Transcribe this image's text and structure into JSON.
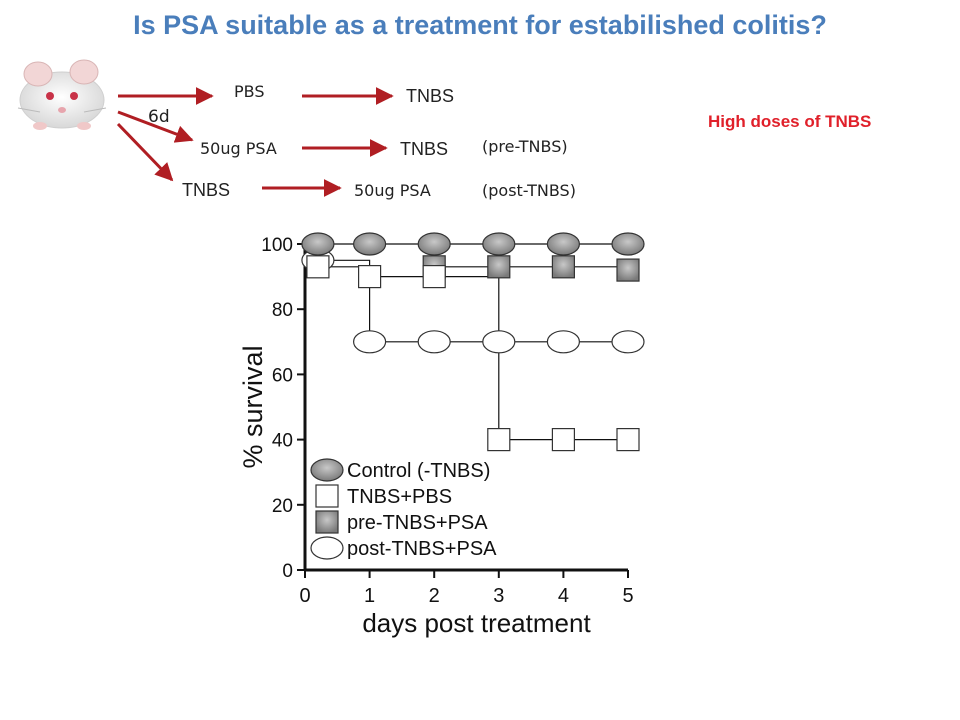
{
  "title": "Is PSA suitable as a treatment for estabilished colitis?",
  "scheme": {
    "interval_label": "6d",
    "rows": [
      {
        "first": "PBS",
        "second": "TNBS",
        "tag": ""
      },
      {
        "first": "50ug PSA",
        "second": "TNBS",
        "tag": "(pre-TNBS)"
      },
      {
        "first": "TNBS",
        "second": "50ug PSA",
        "tag": "(post-TNBS)"
      }
    ],
    "arrow_color": "#b01e23"
  },
  "note": "High doses of TNBS",
  "chart_data": {
    "type": "line",
    "ylabel": "% survival",
    "xlabel": "days post treatment",
    "x_ticks": [
      0,
      1,
      2,
      3,
      4,
      5
    ],
    "y_ticks": [
      0,
      20,
      40,
      60,
      80,
      100
    ],
    "xlim": [
      0,
      5
    ],
    "ylim": [
      0,
      100
    ],
    "legend_position": "bottom-left",
    "series": [
      {
        "name": "Control (-TNBS)",
        "marker": "ellipse-gray",
        "x": [
          0.2,
          1,
          2,
          3,
          4,
          5
        ],
        "y": [
          100,
          100,
          100,
          100,
          100,
          100
        ]
      },
      {
        "name": "TNBS+PBS",
        "marker": "square-white",
        "x": [
          0.2,
          1,
          2,
          3,
          4,
          5
        ],
        "y": [
          93,
          90,
          90,
          40,
          40,
          40
        ]
      },
      {
        "name": "pre-TNBS+PSA",
        "marker": "square-gray",
        "x": [
          2,
          3,
          4,
          5
        ],
        "y": [
          93,
          93,
          93,
          92
        ]
      },
      {
        "name": "post-TNBS+PSA",
        "marker": "ellipse-white",
        "x": [
          0.2,
          1,
          2,
          3,
          4,
          5
        ],
        "y": [
          95,
          70,
          70,
          70,
          70,
          70
        ]
      }
    ]
  }
}
